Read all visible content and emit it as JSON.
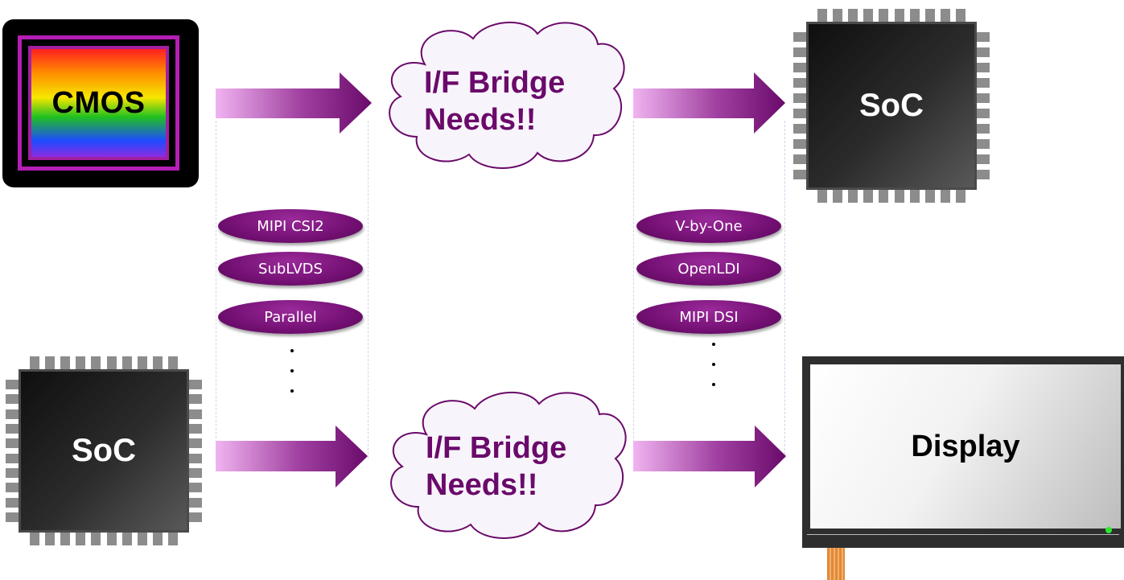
{
  "cmos": {
    "label": "CMOS"
  },
  "soc_top": {
    "label": "SoC"
  },
  "soc_bottom": {
    "label": "SoC"
  },
  "display": {
    "label": "Display"
  },
  "cloud_top": {
    "line1": "I/F Bridge",
    "line2": "Needs!!"
  },
  "cloud_bottom": {
    "line1": "I/F Bridge",
    "line2": "Needs!!"
  },
  "input_interfaces": [
    "MIPI CSI2",
    "SubLVDS",
    "Parallel"
  ],
  "output_interfaces": [
    "V-by-One",
    "OpenLDI",
    "MIPI DSI"
  ],
  "colors": {
    "accent_purple": "#6a0a6a",
    "cloud_fill": "#f8f4fc",
    "arrow_light": "#f0b4f0",
    "arrow_dark": "#6a0a6a"
  }
}
